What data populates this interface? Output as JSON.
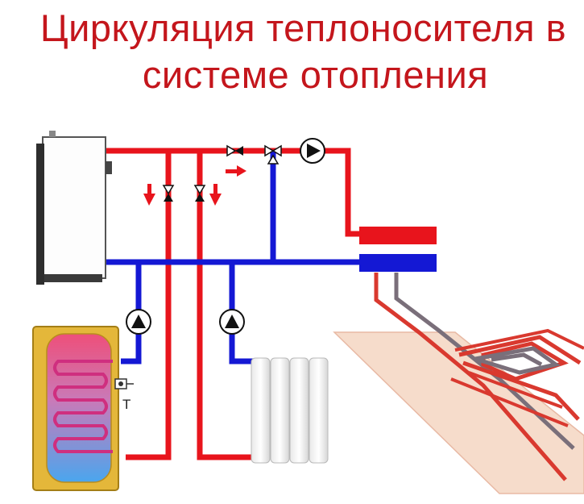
{
  "title": {
    "line1": "Циркуляция теплоносителя в",
    "line2": "системе отопления"
  },
  "sensor_label": "T",
  "colors": {
    "supply": "#e8141c",
    "return": "#1418d4",
    "title": "#c4161c",
    "floor_pipe_hot": "#d9392f",
    "floor_pipe_cool": "#7a6f7a",
    "floor_panel": "#f6dccb"
  },
  "components": [
    {
      "name": "boiler",
      "icon": "boiler"
    },
    {
      "name": "water-heater-tank",
      "icon": "indirect-water-heater"
    },
    {
      "name": "radiator",
      "icon": "radiator"
    },
    {
      "name": "floor-manifold",
      "icon": "manifold"
    },
    {
      "name": "underfloor-heating-loop",
      "icon": "floor-coil"
    },
    {
      "name": "pump-top",
      "icon": "circulation-pump"
    },
    {
      "name": "pump-tank",
      "icon": "circulation-pump"
    },
    {
      "name": "pump-radiator",
      "icon": "circulation-pump"
    },
    {
      "name": "valve-top",
      "icon": "valve"
    },
    {
      "name": "mixing-valve",
      "icon": "three-way-valve"
    },
    {
      "name": "valve-left",
      "icon": "valve"
    },
    {
      "name": "valve-right",
      "icon": "valve"
    },
    {
      "name": "temperature-sensor",
      "icon": "thermometer"
    }
  ]
}
